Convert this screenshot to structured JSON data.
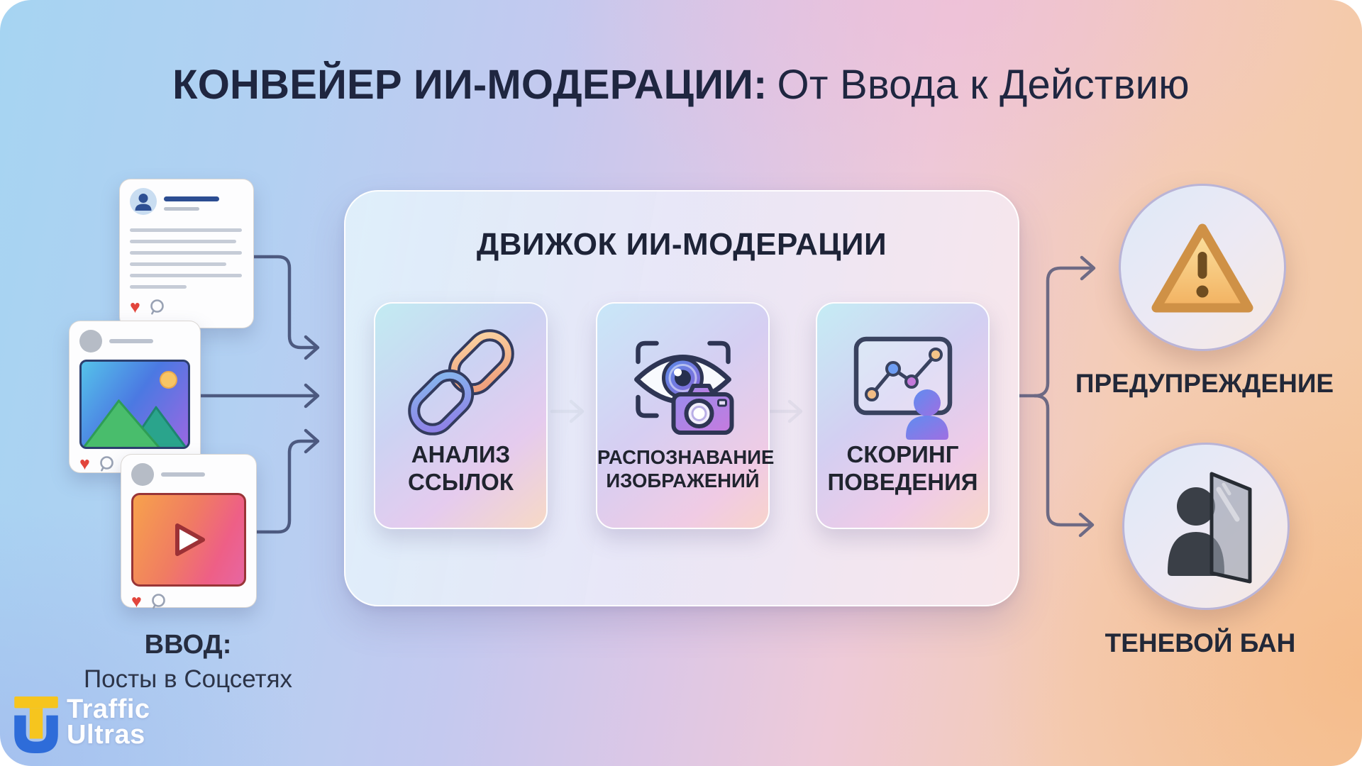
{
  "title": {
    "emphasis": "КОНВЕЙЕР ИИ-МОДЕРАЦИИ:",
    "rest": "От Ввода к Действию"
  },
  "input": {
    "heading": "ВВОД:",
    "subheading": "Посты в Соцсетях",
    "posts": [
      {
        "type": "text-post",
        "icons": [
          "user-avatar-icon",
          "like-heart-icon",
          "comment-bubble-icon"
        ]
      },
      {
        "type": "image-post",
        "icons": [
          "user-avatar-icon",
          "sun-icon",
          "mountains-icon",
          "like-heart-icon",
          "comment-bubble-icon"
        ]
      },
      {
        "type": "video-post",
        "icons": [
          "user-avatar-icon",
          "play-button-icon",
          "like-heart-icon",
          "comment-bubble-icon"
        ]
      }
    ]
  },
  "engine": {
    "title": "ДВИЖОК ИИ-МОДЕРАЦИИ",
    "steps": [
      {
        "line1": "АНАЛИЗ",
        "line2": "ССЫЛОК",
        "icon": "chain-link-icon"
      },
      {
        "line1": "РАСПОЗНАВАНИЕ",
        "line2": "ИЗОБРАЖЕНИЙ",
        "icon": "eye-camera-icon"
      },
      {
        "line1": "СКОРИНГ",
        "line2": "ПОВЕДЕНИЯ",
        "icon": "behavior-chart-person-icon"
      }
    ]
  },
  "outputs": [
    {
      "label": "ПРЕДУПРЕЖДЕНИЕ",
      "icon": "warning-triangle-icon"
    },
    {
      "label": "ТЕНЕВОЙ БАН",
      "icon": "shadow-ban-door-icon"
    }
  ],
  "logo": {
    "line1": "Traffic",
    "line2": "Ultras"
  },
  "colors": {
    "background_blue": "#a6d4f2",
    "background_peach": "#f4c9a2",
    "title_text": "#1f2640",
    "arrow_input": "#4d5a80",
    "arrow_output": "#6e6a84",
    "warning_amber": "#f2b160",
    "heart_red": "#e2453c",
    "logo_yellow": "#f6c51e",
    "logo_blue": "#2e6cd9"
  }
}
